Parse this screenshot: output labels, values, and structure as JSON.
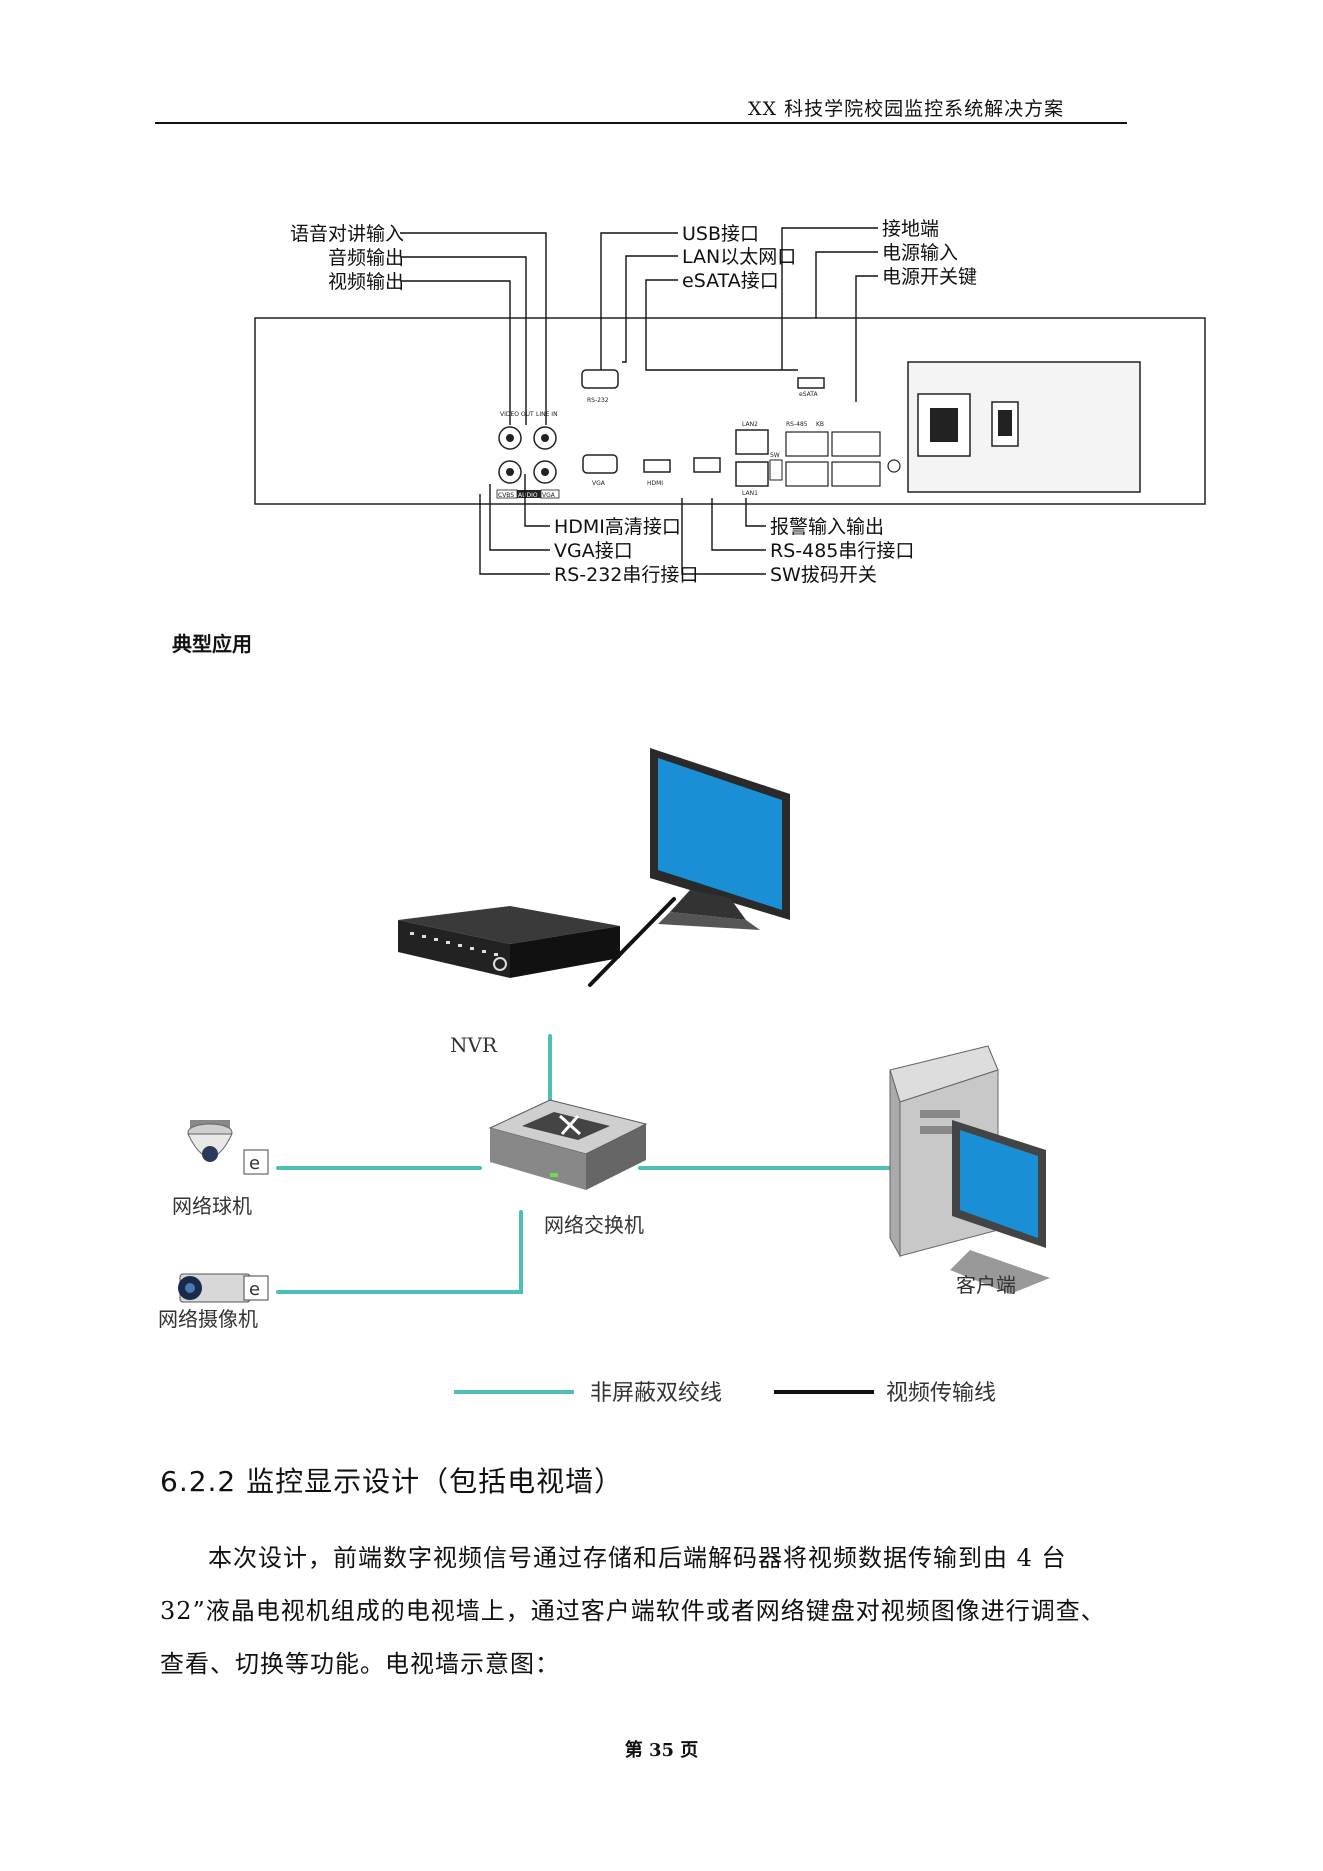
{
  "header": {
    "title": "XX 科技学院校园监控系统解决方案"
  },
  "rear_panel_figure": {
    "callouts": {
      "voice_intercom_input": "语音对讲输入",
      "audio_output": "音频输出",
      "video_output": "视频输出",
      "usb_port": "USB接口",
      "lan_port": "LAN以太网口",
      "esata_port": "eSATA接口",
      "ground_terminal": "接地端",
      "power_input": "电源输入",
      "power_switch": "电源开关键",
      "hdmi_port": "HDMI高清接口",
      "vga_port": "VGA接口",
      "rs232_port": "RS-232串行接口",
      "alarm_io": "报警输入输出",
      "rs485_port": "RS-485串行接口",
      "sw_dip_switch": "SW拔码开关"
    },
    "panel_text": {
      "video_out": "VIDEO OUT",
      "line_in": "LINE IN",
      "cvbs": "CVBS",
      "audio": "AUDIO",
      "vga_small": "VGA",
      "rs232_small": "RS-232",
      "vga_port_small": "VGA",
      "hdmi_small": "HDMI",
      "esata_small": "eSATA",
      "lan2_small": "LAN2",
      "lan1_small": "LAN1",
      "rs485_small": "RS-485",
      "kb_small": "KB",
      "sw_small": "SW"
    }
  },
  "section_label": "典型应用",
  "topology_figure": {
    "nvr": "NVR",
    "dome_camera": "网络球机",
    "network_camera": "网络摄像机",
    "switch": "网络交换机",
    "client": "客户端",
    "legend": {
      "utp": "非屏蔽双绞线",
      "video": "视频传输线",
      "utp_color": "#4cbfb9",
      "video_color": "#111111"
    }
  },
  "section": {
    "heading": "6.2.2 监控显示设计（包括电视墙）",
    "body": "本次设计，前端数字视频信号通过存储和后端解码器将视频数据传输到由 4 台 32”液晶电视机组成的电视墙上，通过客户端软件或者网络键盘对视频图像进行调查、查看、切换等功能。电视墙示意图："
  },
  "footer": {
    "page_number": "第 35 页"
  }
}
